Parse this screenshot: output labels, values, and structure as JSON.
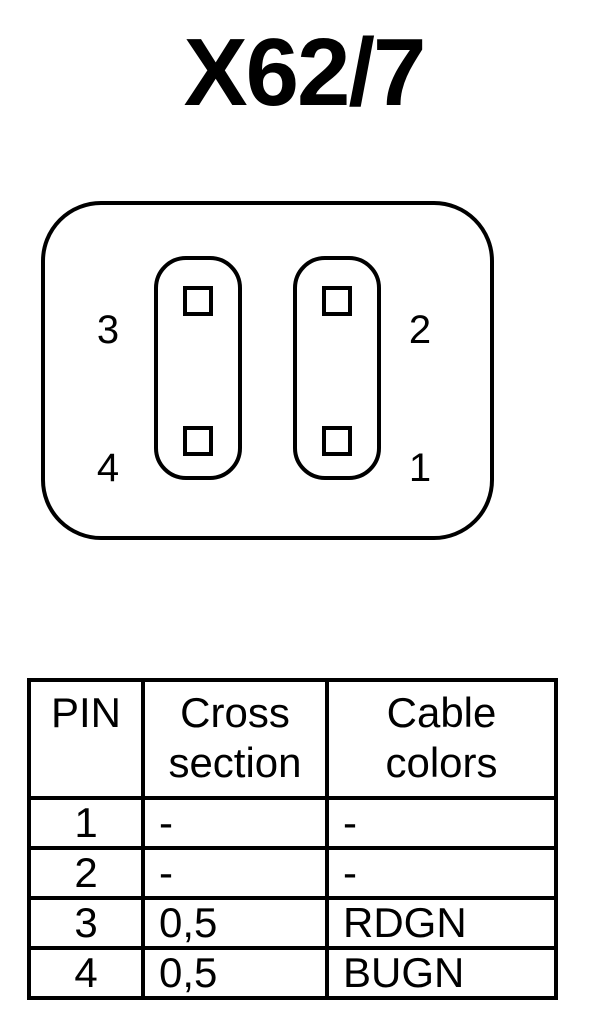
{
  "title": "X62/7",
  "pin_labels": {
    "pin_1": "1",
    "pin_2": "2",
    "pin_3": "3",
    "pin_4": "4"
  },
  "table": {
    "headers": {
      "pin": "PIN",
      "cross_section_line1": "Cross",
      "cross_section_line2": "section",
      "cable_colors_line1": "Cable",
      "cable_colors_line2": "colors"
    },
    "rows": [
      {
        "pin": "1",
        "cross_section": "-",
        "cable_colors": "-"
      },
      {
        "pin": "2",
        "cross_section": "-",
        "cable_colors": "-"
      },
      {
        "pin": "3",
        "cross_section": "0,5",
        "cable_colors": "RDGN"
      },
      {
        "pin": "4",
        "cross_section": "0,5",
        "cable_colors": "BUGN"
      }
    ]
  }
}
